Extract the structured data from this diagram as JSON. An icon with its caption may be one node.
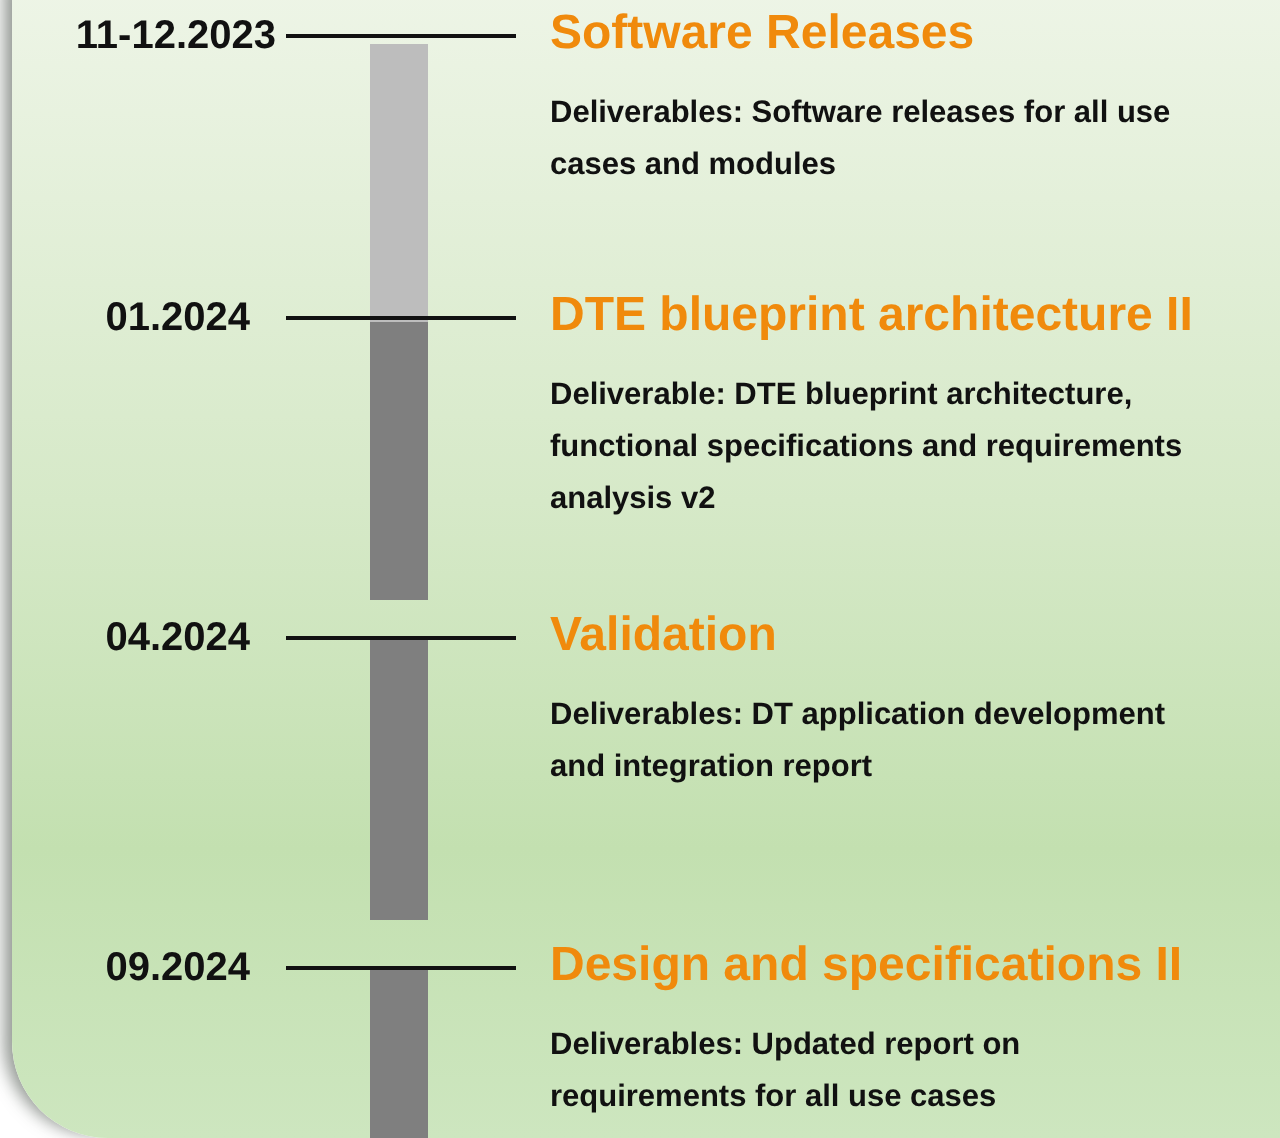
{
  "diagram": {
    "nodes": [
      {
        "text": [
          "11-12.2023"
        ]
      },
      {
        "text": [
          "Software Releases",
          "Deliverables: Software releases for all use cases and modules"
        ]
      },
      {
        "text": [
          "01.2024"
        ]
      },
      {
        "text": [
          "DTE blueprint architecture II",
          "Deliverable: DTE blueprint architecture, functional specifications and requirements analysis v2"
        ]
      },
      {
        "text": [
          "04.2024"
        ]
      },
      {
        "text": [
          "Validation",
          "Deliverables: DT application development and integration report"
        ]
      },
      {
        "text": [
          "09.2024"
        ]
      },
      {
        "text": [
          "Design and specifications II",
          "Deliverables: Updated report on requirements for all use cases"
        ]
      }
    ],
    "edges": [
      {
        "from": 0,
        "to": 1,
        "arrow": "none"
      },
      {
        "from": 2,
        "to": 3,
        "arrow": "none"
      },
      {
        "from": 4,
        "to": 5,
        "arrow": "none"
      },
      {
        "from": 6,
        "to": 7,
        "arrow": "none"
      }
    ]
  }
}
